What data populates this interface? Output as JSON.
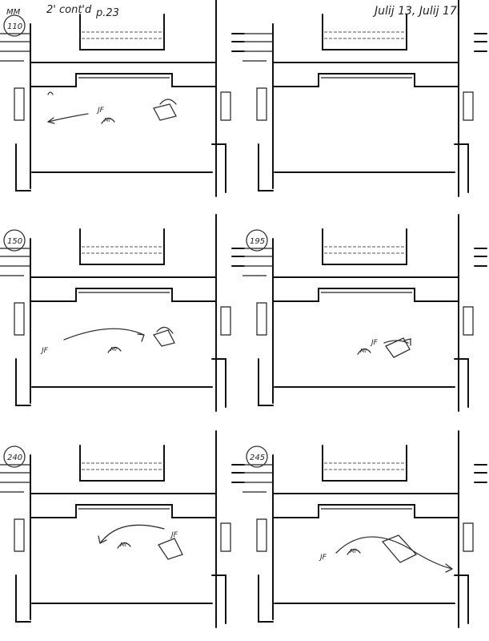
{
  "header": {
    "initials": "MM",
    "scene": "2' cont'd",
    "page": "p.23",
    "dates": "Julij 13, Julij 17."
  },
  "panels": [
    {
      "number": "110",
      "labels": [
        "JF",
        "MI"
      ]
    },
    {
      "number": "",
      "labels": []
    },
    {
      "number": "150",
      "labels": [
        "JF",
        "MI"
      ]
    },
    {
      "number": "195",
      "labels": [
        "JF",
        "MI"
      ]
    },
    {
      "number": "240",
      "labels": [
        "JF",
        "MI"
      ]
    },
    {
      "number": "245",
      "labels": [
        "JF",
        "MI"
      ]
    }
  ]
}
